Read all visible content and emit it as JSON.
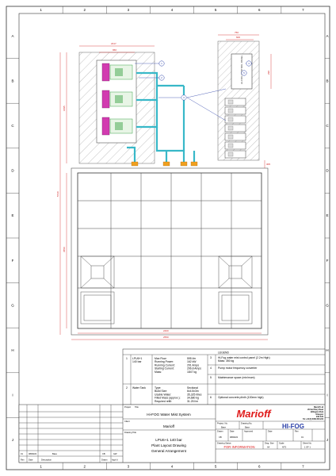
{
  "frame": {
    "columns": [
      "1",
      "2",
      "3",
      "4",
      "5",
      "6",
      "7"
    ],
    "rows": [
      "A",
      "B",
      "C",
      "D",
      "E",
      "F",
      "G",
      "H",
      "I",
      "J"
    ]
  },
  "colors": {
    "pipe": "#38b8c8",
    "pump_magenta": "#d23bb0",
    "pump_green": "#3fa54a",
    "valve_orange": "#f0a020",
    "callout_blue": "#2a3fa8",
    "dimension_red": "#d02020",
    "info_red": "#e01a1a",
    "grid_line": "#444444"
  },
  "drawing": {
    "callouts": [
      "1",
      "2",
      "3",
      "4",
      "5"
    ],
    "control_panel_text": "HI-FOG CONTROL PANEL",
    "dims": {
      "top_overall": "2317",
      "top_inner": "960",
      "panel_top": "750",
      "panel_inner": "600",
      "left_height": "1895",
      "tank_overall": "5720",
      "tank_width": "3550",
      "bottom_inner": "2400",
      "bottom_overall": "2550",
      "right_small": "305",
      "right_mid": "290"
    }
  },
  "legend": {
    "title": "LEGEND",
    "items": [
      {
        "num": "1",
        "name": "LPU6+1 140 bar",
        "props": [
          "Max Flow:",
          "Running Power:",
          "Running Current:",
          "Starting Current:",
          "Mass:"
        ],
        "vals": [
          "595 l/m",
          "162 kW",
          "291 Amps",
          "296.8 Amps",
          "1847 kg"
        ]
      },
      {
        "num": "2",
        "name": "Water Tank",
        "props": [
          "Type:",
          "Build Size:",
          "Usable Water:",
          "Filled Mass (approx.):",
          "Required refill:"
        ],
        "vals": [
          "Sectional",
          "6x4.5x3m",
          "35,325 litres",
          "34,680 kg",
          "31.25 l/m"
        ]
      },
      {
        "num": "3",
        "lines": [
          "Hi-Fog water mist control panel (2.2m High)",
          "Mass: 350 kg"
        ]
      },
      {
        "num": "4",
        "lines": [
          "Pump motor frequency converter"
        ]
      },
      {
        "num": "5",
        "lines": [
          "Maintenance space (min/mum)"
        ]
      },
      {
        "num": "6",
        "lines": [
          "Optional concrete plinth (100mm high)"
        ]
      }
    ]
  },
  "title_block": {
    "project_label": "Project",
    "title_label": "Title",
    "project_title": "Hi-FOG Water Mist System",
    "client_label": "Client",
    "client": "Marioff",
    "drawing_title_label": "Drawing Title",
    "drawing_title_lines": [
      "LPU6+1 140 bar",
      "Plant Layout Drawing",
      "General Arrangement"
    ],
    "logo": "Marioff",
    "hifog_logo": "HI-FOG",
    "address_lines": [
      "Marioff Ltd",
      "29 Carl Bury Road",
      "Hillington Park",
      "Glasgow",
      "G52 4JS",
      "Tel +44 (0) 8452 803 234"
    ],
    "info_red": "FOR INFORMATION",
    "fields": {
      "project_no_label": "Project. No.",
      "project_no_val": "Base",
      "drawing_no_label": "Drawing No.",
      "drawing_no_val": "Base",
      "drawn_label": "Drawn",
      "drawn_val": "CB",
      "date_label": "Date",
      "date_val": "08/09/22",
      "approved_label": "Approved",
      "approved_val": "",
      "date2_label": "Date",
      "date2_val": "",
      "rev_label": "Rev",
      "rev_val": "01",
      "status_label": "Drawing Status",
      "dwg_size_label": "Dwg. Size",
      "dwg_size_val": "A4",
      "scale_label": "Scale",
      "scale_val": "NTS",
      "sheet_label": "Sheet No.",
      "sheet_val": "1 OF 1"
    },
    "revision": {
      "row": [
        "01",
        "08/09/22",
        "Base",
        "CB",
        "GW"
      ],
      "headers": [
        "Rev",
        "Date",
        "Description",
        "Drawn",
        "Appr'd"
      ]
    }
  }
}
